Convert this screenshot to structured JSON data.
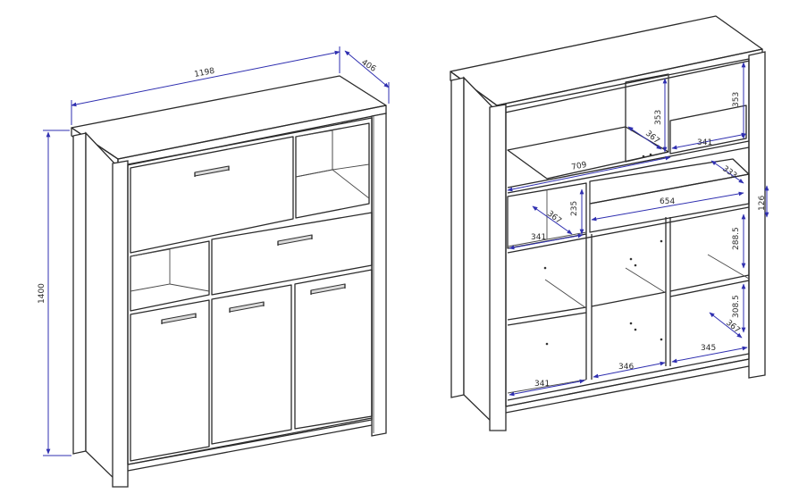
{
  "overall": {
    "width": "1198",
    "depth": "406",
    "height": "1400"
  },
  "interior": {
    "upper_shelf_height": "353",
    "upper_compartment_height": "353",
    "upper_shelf_depth": "367",
    "upper_right_width": "341",
    "bay_width_total": "709",
    "drawer_depth": "333",
    "drawer_height": "126",
    "drawer_width": "654",
    "left_small_depth": "367",
    "left_small_height": "235",
    "left_small_width": "341",
    "right_mid_height": "288.5",
    "right_lower_height": "308.5",
    "right_lower_depth": "367",
    "right_lower_width": "345",
    "bottom_left_width": "341",
    "bottom_mid_width": "346"
  },
  "colors": {
    "line": "#2b2b2b",
    "dimension": "#2f2fb0",
    "background": "#ffffff"
  }
}
